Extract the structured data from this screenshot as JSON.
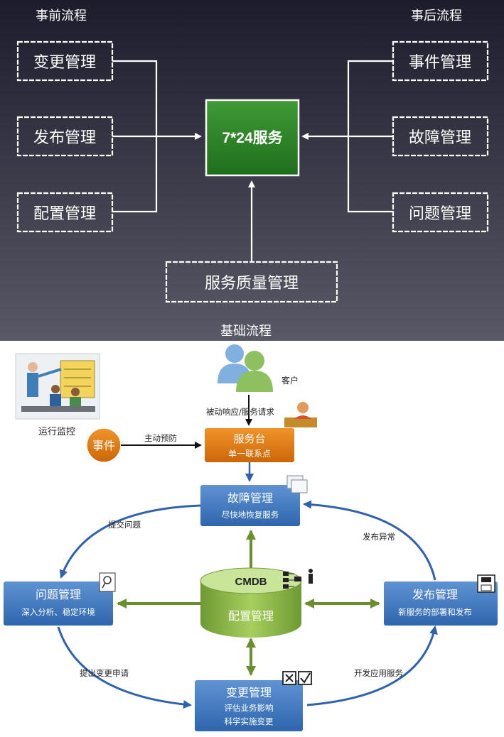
{
  "top": {
    "label_before": "事前流程",
    "label_after": "事后流程",
    "label_base": "基础流程",
    "left_boxes": [
      "变更管理",
      "发布管理",
      "配置管理"
    ],
    "right_boxes": [
      "事件管理",
      "故障管理",
      "问题管理"
    ],
    "center": "7*24服务",
    "bottom_box": "服务质量管理"
  },
  "bottom": {
    "customer": "客户",
    "monitor": "运行监控",
    "event": "事件",
    "passive_label": "被动响应/服务请求",
    "active_label": "主动预防",
    "service_desk": {
      "title": "服务台",
      "subtitle": "单一联系点"
    },
    "incident": {
      "title": "故障管理",
      "subtitle": "尽快地恢复服务"
    },
    "problem": {
      "title": "问题管理",
      "subtitle": "深入分析、稳定环境"
    },
    "release": {
      "title": "发布管理",
      "subtitle": "新服务的部署和发布"
    },
    "change": {
      "title": "变更管理",
      "line1": "评估业务影响",
      "line2": "科学实施变更"
    },
    "cmdb": {
      "title": "CMDB",
      "subtitle": "配置管理"
    },
    "arc_submit_problem": "提交问题",
    "arc_release_exception": "发布异常",
    "arc_change_request": "提出变更申请",
    "arc_deploy_service": "开发应用服务"
  }
}
